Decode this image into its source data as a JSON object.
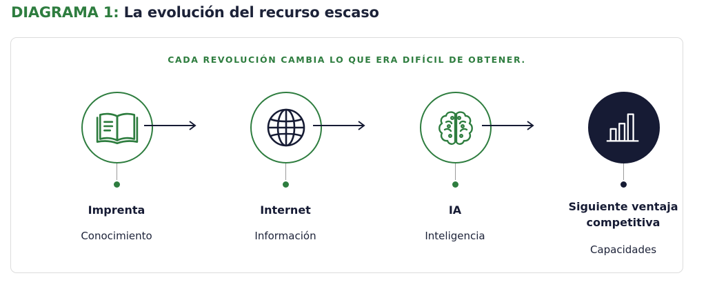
{
  "header": {
    "prefix": "DIAGRAMA 1:",
    "title": "La evolución del recurso escaso"
  },
  "card": {
    "subtitle": "CADA REVOLUCIÓN CAMBIA LO QUE ERA DIFÍCIL DE OBTENER."
  },
  "steps": [
    {
      "label": "Imprenta",
      "sublabel": "Conocimiento",
      "icon": "open-book-icon"
    },
    {
      "label": "Internet",
      "sublabel": "Información",
      "icon": "globe-icon"
    },
    {
      "label": "IA",
      "sublabel": "Inteligencia",
      "icon": "brain-icon"
    },
    {
      "label": "Siguiente ventaja competitiva",
      "sublabel": "Capacidades",
      "icon": "bar-chart-icon"
    }
  ],
  "colors": {
    "accent_green": "#2e7d3f",
    "navy": "#161b34",
    "border": "#dcdcdc"
  }
}
